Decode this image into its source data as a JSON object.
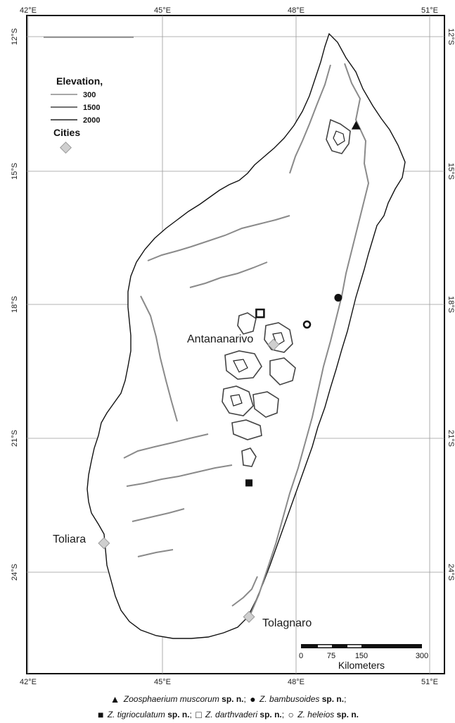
{
  "map": {
    "lon_labels": [
      "42°E",
      "45°E",
      "48°E",
      "51°E"
    ],
    "lat_labels": [
      "12°S",
      "15°S",
      "18°S",
      "21°S",
      "24°S"
    ],
    "legend": {
      "elevation_title": "Elevation,",
      "levels": [
        "300",
        "1500",
        "2000"
      ],
      "cities_title": "Cities"
    },
    "cities": [
      {
        "name": "Antananarivo",
        "lon": 47.5,
        "lat": -18.9
      },
      {
        "name": "Toliara",
        "lon": 43.7,
        "lat": -23.35
      },
      {
        "name": "Tolagnaro",
        "lon": 46.95,
        "lat": -25.0
      }
    ],
    "localities": [
      {
        "species": "Zoosphaerium muscorum",
        "marker": "filled-triangle",
        "lon": 49.35,
        "lat": -14.0
      },
      {
        "species": "Z. bambusoides",
        "marker": "filled-circle",
        "lon": 48.95,
        "lat": -17.85
      },
      {
        "species": "Z. darthvaderi",
        "marker": "open-square",
        "lon": 47.2,
        "lat": -18.2
      },
      {
        "species": "Z. heleios",
        "marker": "open-circle",
        "lon": 48.25,
        "lat": -18.45
      },
      {
        "species": "Z. tigrioculatum",
        "marker": "filled-square",
        "lon": 46.95,
        "lat": -22.0
      }
    ],
    "scale_bar": {
      "ticks": [
        "0",
        "75",
        "150",
        "300"
      ],
      "unit": "Kilometers"
    },
    "colors": {
      "elevation_300": "#8a8a8a",
      "elevation_1500": "#444444",
      "elevation_2000": "#222222",
      "city_marker": "#cfcfcf",
      "graticule": "#9a9a9a"
    }
  },
  "caption": {
    "line1": {
      "species_a": "Zoosphaerium muscorum",
      "tag_a": "sp. n.",
      "sep_a": ";",
      "species_b": "Z. bambusoides",
      "tag_b": "sp. n.",
      "sep_b": ";"
    },
    "line2": {
      "species_c": "Z. tigrioculatum",
      "tag_c": "sp. n.",
      "sep_c": ";",
      "species_d": "Z. darthvaderi",
      "tag_d": "sp. n.",
      "sep_d": ";",
      "species_e": "Z. heleios",
      "tag_e": "sp. n."
    }
  }
}
